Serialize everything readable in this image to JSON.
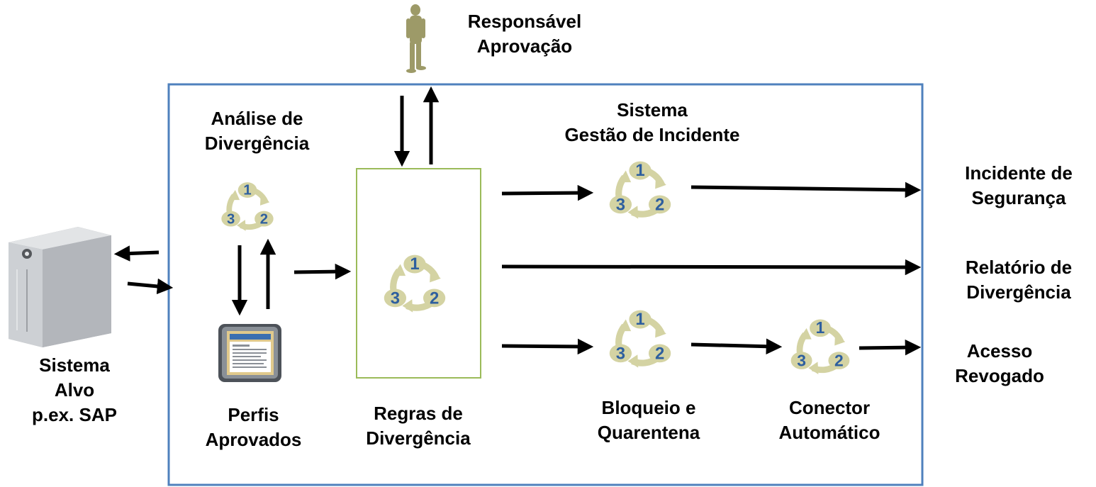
{
  "approver": {
    "line1": "Responsável",
    "line2": "Aprovação",
    "icon": "person-icon"
  },
  "analysis": {
    "line1": "Análise de",
    "line2": "Divergência"
  },
  "incident_system": {
    "line1": "Sistema",
    "line2": "Gestão de Incidente"
  },
  "target_system": {
    "line1": "Sistema",
    "line2": "Alvo",
    "line3": "p.ex. SAP",
    "icon": "server-icon"
  },
  "approved_profiles": {
    "line1": "Perfis",
    "line2": "Aprovados",
    "icon": "document-window-icon"
  },
  "divergence_rules": {
    "line1": "Regras de",
    "line2": "Divergência"
  },
  "block_quarantine": {
    "line1": "Bloqueio e",
    "line2": "Quarentena"
  },
  "auto_connector": {
    "line1": "Conector",
    "line2": "Automático"
  },
  "outputs": {
    "security_incident": {
      "line1": "Incidente de",
      "line2": "Segurança"
    },
    "divergence_report": {
      "line1": "Relatório de",
      "line2": "Divergência"
    },
    "access_revoked": {
      "line1": "Acesso",
      "line2": "Revogado"
    }
  },
  "cycle": {
    "n1": "1",
    "n2": "2",
    "n3": "3",
    "icon": "cycle-icon"
  },
  "colors": {
    "frame": "#4f81bd",
    "rules_box": "#9bbb59",
    "cycle": "#d4d3a3",
    "cycle_num": "#2e5f9e",
    "person": "#9d9a68",
    "arrow": "#000000"
  }
}
